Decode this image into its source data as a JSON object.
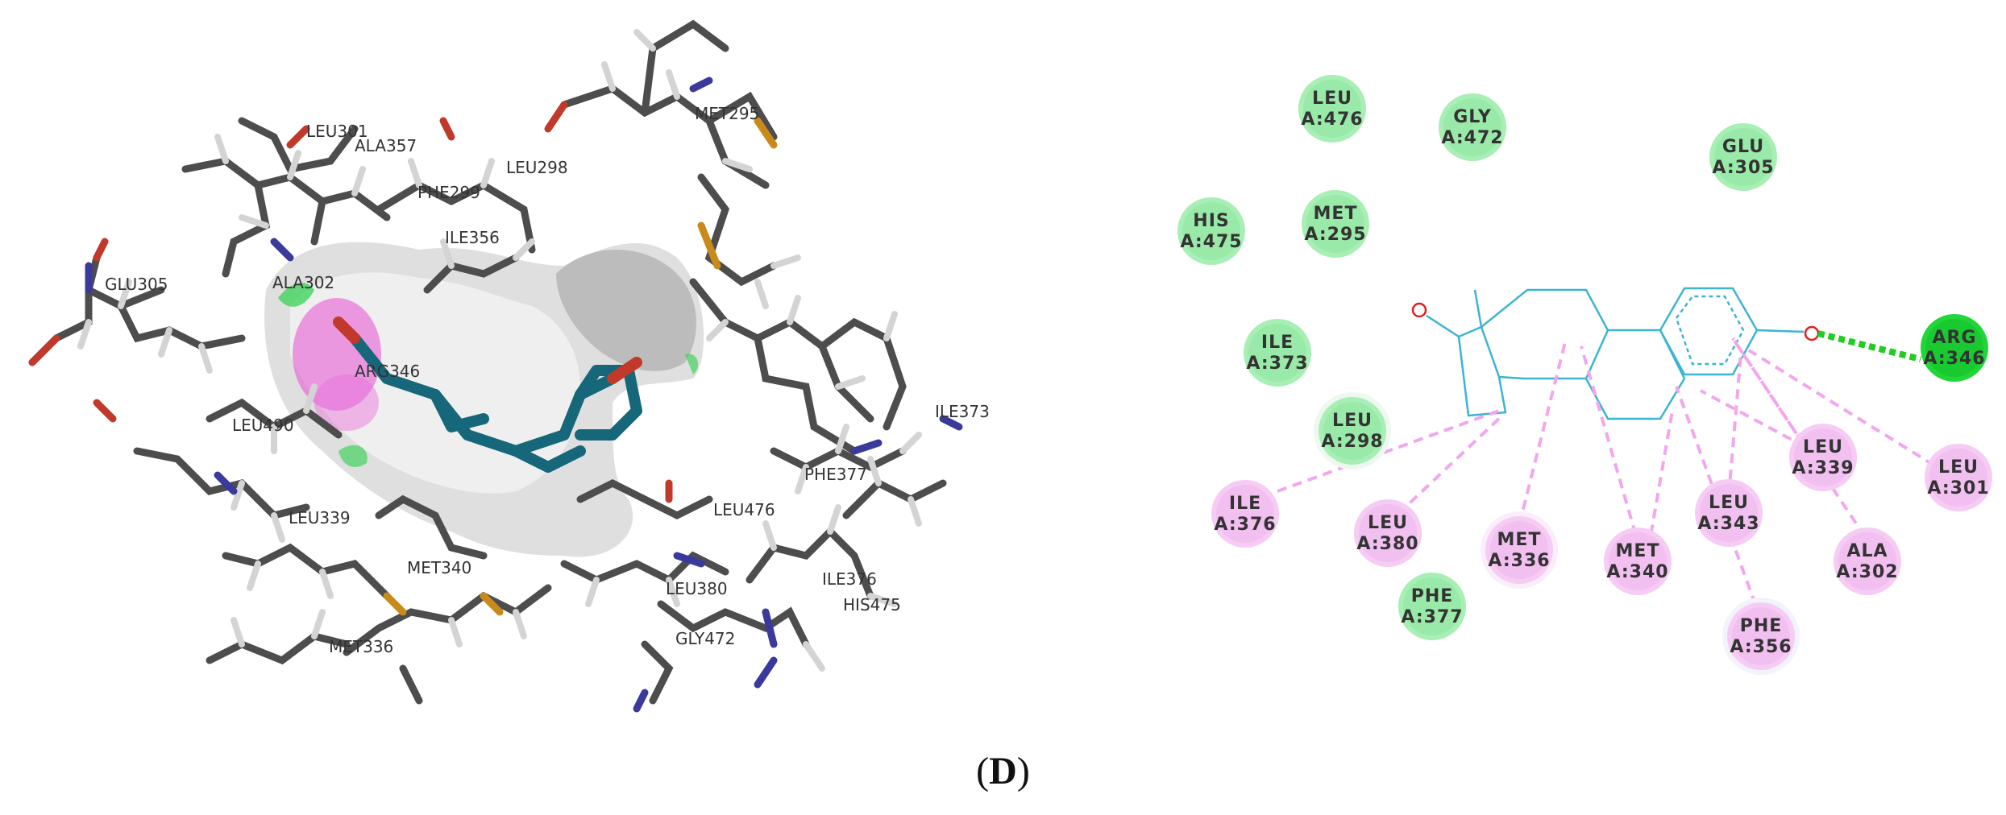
{
  "panel": {
    "open": "(",
    "letter": "D",
    "close": ")"
  },
  "left_labels": [
    "LEU301",
    "ALA357",
    "MET295",
    "PHE299",
    "LEU298",
    "ILE356",
    "GLU305",
    "ALA302",
    "ARG346",
    "LEU490",
    "LEU339",
    "MET340",
    "MET336",
    "ILE373",
    "PHE377",
    "LEU476",
    "ILE376",
    "LEU380",
    "HIS475",
    "GLY472"
  ],
  "residues": [
    {
      "name": "LEU",
      "pos": "A:476",
      "type": "vdw"
    },
    {
      "name": "GLY",
      "pos": "A:472",
      "type": "vdw"
    },
    {
      "name": "GLU",
      "pos": "A:305",
      "type": "vdw"
    },
    {
      "name": "HIS",
      "pos": "A:475",
      "type": "vdw"
    },
    {
      "name": "MET",
      "pos": "A:295",
      "type": "vdw"
    },
    {
      "name": "ILE",
      "pos": "A:373",
      "type": "vdw"
    },
    {
      "name": "LEU",
      "pos": "A:298",
      "type": "vdw"
    },
    {
      "name": "ARG",
      "pos": "A:346",
      "type": "hbond"
    },
    {
      "name": "ILE",
      "pos": "A:376",
      "type": "alkyl"
    },
    {
      "name": "LEU",
      "pos": "A:380",
      "type": "alkyl"
    },
    {
      "name": "MET",
      "pos": "A:336",
      "type": "alkyl"
    },
    {
      "name": "MET",
      "pos": "A:340",
      "type": "alkyl"
    },
    {
      "name": "LEU",
      "pos": "A:343",
      "type": "alkyl"
    },
    {
      "name": "LEU",
      "pos": "A:339",
      "type": "alkyl"
    },
    {
      "name": "LEU",
      "pos": "A:301",
      "type": "alkyl"
    },
    {
      "name": "ALA",
      "pos": "A:302",
      "type": "alkyl"
    },
    {
      "name": "PHE",
      "pos": "A:356",
      "type": "alkyl"
    },
    {
      "name": "PHE",
      "pos": "A:377",
      "type": "vdw"
    }
  ],
  "colors": {
    "vdw_fill": "#a7efb4",
    "vdw_core": "#7fe392",
    "hbond_fill": "#22d63a",
    "hbond_core": "#14c02a",
    "alkyl_fill": "#f6ccf4",
    "alkyl_core": "#efb5ec",
    "alkyl_line": "#f2a6ee",
    "hbond_line": "#22cc22",
    "ligand_line": "#3cb4d2",
    "oxygen": "#e02020",
    "stick": "#4d4d4d",
    "nitrogen": "#3a3a9c",
    "sulfur": "#c88a1a",
    "ligand3d": "#17677a"
  }
}
